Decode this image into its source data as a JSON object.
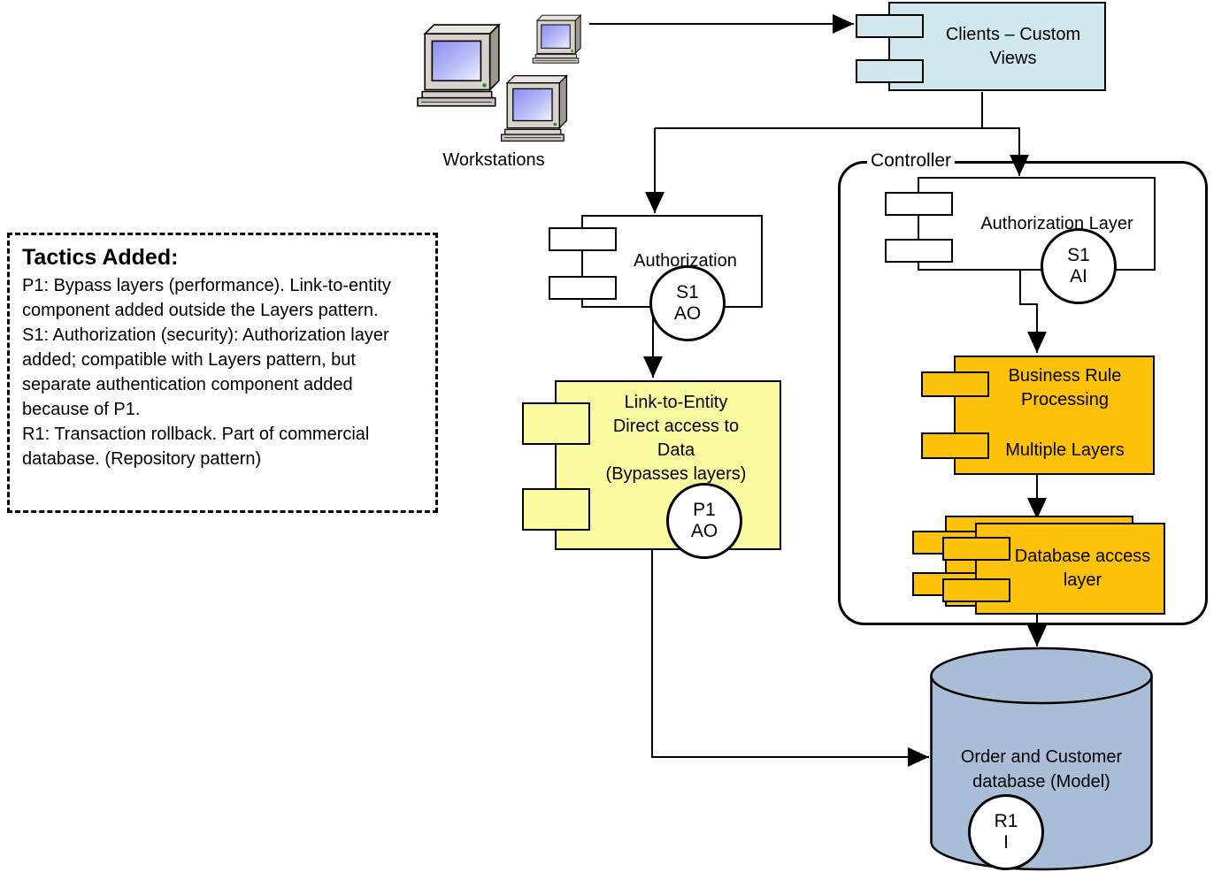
{
  "workstations": {
    "label": "Workstations"
  },
  "clients": {
    "label": "Clients – Custom\nViews",
    "fill": "#d0e7ee"
  },
  "authorization": {
    "label": "Authorization",
    "badge": "S1\nAO"
  },
  "link_to_entity": {
    "label": "Link-to-Entity\nDirect access to\nData\n(Bypasses layers)",
    "badge": "P1\nAO",
    "fill": "#fafaa0"
  },
  "controller": {
    "label": "Controller",
    "authorization_layer": {
      "label": "Authorization Layer",
      "badge": "S1\nAI"
    },
    "business_rule": {
      "title": "Business Rule\nProcessing",
      "subtitle": "Multiple Layers",
      "fill": "#fcc108"
    },
    "database_access": {
      "label": "Database access\nlayer",
      "fill": "#fcc108"
    }
  },
  "database": {
    "label": "Order and Customer\ndatabase (Model)",
    "badge": "R1\nI",
    "fill": "#aabdd6"
  },
  "tactics": {
    "heading": "Tactics Added:",
    "items": [
      "P1: Bypass layers (performance). Link-to-entity component added outside the Layers pattern.",
      "S1: Authorization (security): Authorization layer added; compatible with Layers pattern, but separate authentication component added because of P1.",
      "R1: Transaction rollback. Part of commercial database. (Repository pattern)"
    ]
  },
  "colors": {
    "line": "#000000",
    "component_blue": "#d0e7ee",
    "component_yellow": "#fafaa0",
    "component_orange": "#fcc108",
    "cylinder_blue": "#aabdd6"
  }
}
